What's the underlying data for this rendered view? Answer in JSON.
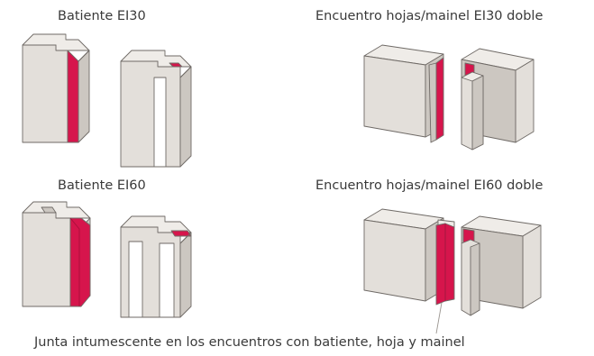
{
  "labels": {
    "batiente_ei30": "Batiente EI30",
    "encuentro_ei30": "Encuentro hojas/mainel EI30 doble",
    "batiente_ei60": "Batiente EI60",
    "encuentro_ei60": "Encuentro hojas/mainel EI60 doble",
    "caption": "Junta intumescente en los encuentros con batiente, hoja y mainel"
  },
  "colors": {
    "profile_face": "#e3dfda",
    "profile_side": "#ccc7c1",
    "profile_top": "#efece8",
    "outline": "#6f6a66",
    "intumescent": "#d6154c"
  }
}
